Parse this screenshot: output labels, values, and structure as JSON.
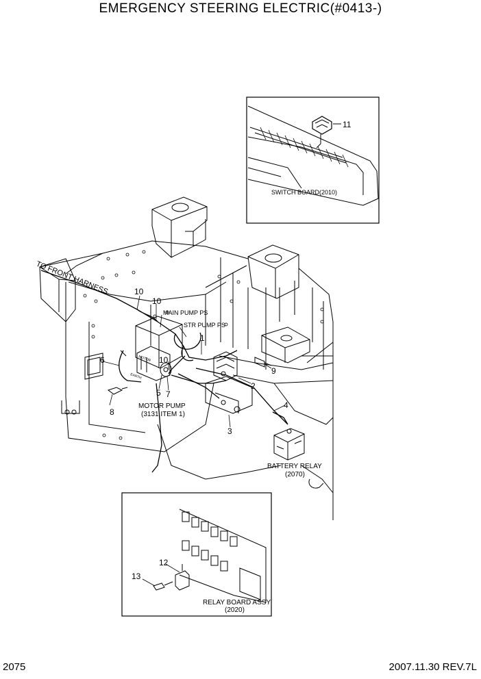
{
  "title": "EMERGENCY STEERING ELECTRIC(#0413-)",
  "page_number": "2075",
  "revision": "2007.11.30  REV.7L",
  "labels": {
    "front_harness": "TO FRONT HARNESS",
    "main_pump_ps": "MAIN PUMP PS",
    "str_pump_ps": "STR PUMP PS",
    "motor_pump": "MOTOR PUMP",
    "motor_pump_ref": "(3131 ITEM 1)",
    "battery_relay": "BATTERY RELAY",
    "battery_relay_ref": "(2070)",
    "switch_board": "SWITCH BOARD(2010)",
    "relay_board": "RELAY BOARD ASSY",
    "relay_board_ref": "(2020)",
    "motor_tag": "MOTOR",
    "earth_tag": "EARTH"
  },
  "callouts": {
    "c1": "1",
    "c2": "2",
    "c3": "3",
    "c4": "4",
    "c5": "5",
    "c6": "6",
    "c7": "7",
    "c8": "8",
    "c9": "9",
    "c10a": "10",
    "c10b": "10",
    "c10c": "10",
    "c11": "11",
    "c12": "12",
    "c13": "13"
  }
}
